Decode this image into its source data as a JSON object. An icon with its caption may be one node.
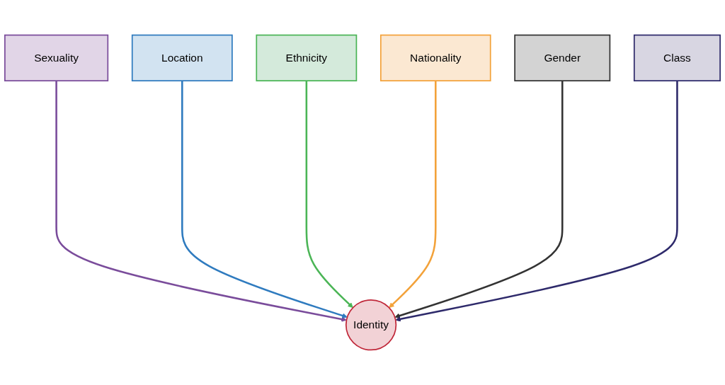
{
  "diagram": {
    "nodes": [
      {
        "text": [
          "Sexuality"
        ]
      },
      {
        "text": [
          "Location"
        ]
      },
      {
        "text": [
          "Ethnicity"
        ]
      },
      {
        "text": [
          "Nationality"
        ]
      },
      {
        "text": [
          "Identity"
        ]
      },
      {
        "text": [
          "Gender"
        ]
      },
      {
        "text": [
          "Class"
        ]
      }
    ],
    "edges": [
      {
        "from": 0,
        "to": 4,
        "arrow": "to",
        "color": "#7a4c9b"
      },
      {
        "from": 1,
        "to": 4,
        "arrow": "to",
        "color": "#2f7bbf"
      },
      {
        "from": 2,
        "to": 4,
        "arrow": "to",
        "color": "#4bb556"
      },
      {
        "from": 3,
        "to": 4,
        "arrow": "to",
        "color": "#f3a23a"
      },
      {
        "from": 5,
        "to": 4,
        "arrow": "to",
        "color": "#333333"
      },
      {
        "from": 6,
        "to": 4,
        "arrow": "to",
        "color": "#2e2a6b"
      }
    ]
  }
}
